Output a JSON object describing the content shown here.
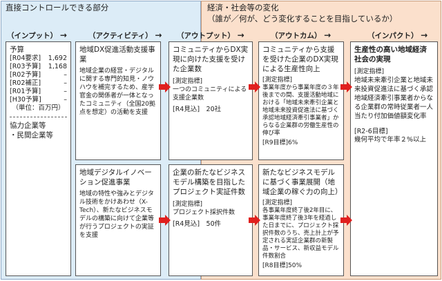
{
  "header": {
    "left": "直接コントロールできる部分",
    "right_line1": "経済・社会等の変化",
    "right_line2": "（誰が／何が、どう変化することを目指しているか）"
  },
  "columns": {
    "input": "（インプット）",
    "activity": "（アクティビティ）",
    "output": "（アウトプット）",
    "outcome": "（アウトカム）",
    "impact": "（インパクト）"
  },
  "input_box": {
    "title": "予算",
    "budget_rows": [
      {
        "label": "[R04要求]",
        "value": "1,692"
      },
      {
        "label": "[R03予算]",
        "value": "1,168"
      },
      {
        "label": "[R02予算]",
        "value": "–"
      },
      {
        "label": "[R02補正]",
        "value": "–"
      },
      {
        "label": "[R01予算]",
        "value": "–"
      },
      {
        "label": "[H30予算]",
        "value": "–"
      }
    ],
    "unit": "（単位：百万円）",
    "partners_line1": "協力企業等",
    "partners_line2": "・民間企業等"
  },
  "activity_1": {
    "title": "地域DX促進活動支援事業",
    "body": "地域企業の経営・デジタルに関する専門的知見・ノウハウを補完するため、産学官金の関係者が一体となったコミュニティ（全国20拠点を想定）の活動を支援"
  },
  "activity_2": {
    "title": "地域デジタルイノベーション促進事業",
    "body": "地域の特性や強みとデジタル技術をかけあわせ（X-Tech）、新たなビジネスモデルの構築に向けて企業等が行うプロジェクトの実証を支援"
  },
  "output_1": {
    "title": "コミュニティからDX実現に向けた支援を受けた企業数",
    "indicator_label": "[測定指標]",
    "indicator": "一つのコミュニティによる支援企業数",
    "target": "[R4見込]　20社"
  },
  "output_2": {
    "title": "企業の新たなビジネスモデル構築を目指したプロジェクト実証件数",
    "indicator_label": "[測定指標]",
    "indicator": "プロジェクト採択件数",
    "target": "[R4見込]　50件"
  },
  "outcome_1": {
    "title": "コミュニティから支援を受けた企業のDX実現による生産性向上",
    "indicator_label": "[測定指標]",
    "indicator": "事業年度から事業年度の３年後までの間、支援活動地域における「地域未来牽引企業と地域未来投資促進法に基づく承認地域経済牽引事業者」からなる企業群の労働生産性の伸び率",
    "target": "[R9目標]6%"
  },
  "outcome_2": {
    "title": "新たなビジネスモデルに基づく事業展開（地域企業の稼ぐ力の向上）",
    "indicator_label": "[測定指標]",
    "indicator": "各事業年度終了後2年目に、事業年度終了後3年を経過した日までに、プロジェクト採択件数のうち、売上計上が予定される実証企業群の新製品・サービス、新収益モデル件数割合",
    "target": "[R8目標]50%"
  },
  "impact": {
    "title": "生産性の高い地域経済社会の実現",
    "indicator_label": "[測定指標]",
    "indicator": "地域未来牽引企業と地域未来投資促進法に基づく承認地域経済牽引事業者からなる企業群の常時従業者一人当たり付加価値額変化率",
    "target_label": "[R2-6目標]",
    "target": "幾何平均で年率２%以上"
  },
  "colors": {
    "arrow": "#e0201e",
    "left_bg": "#dcecf7",
    "right_bg": "#fbe0cc"
  },
  "icons": {
    "flow": "arrow-right-icon",
    "column": "arrow-right-icon"
  }
}
